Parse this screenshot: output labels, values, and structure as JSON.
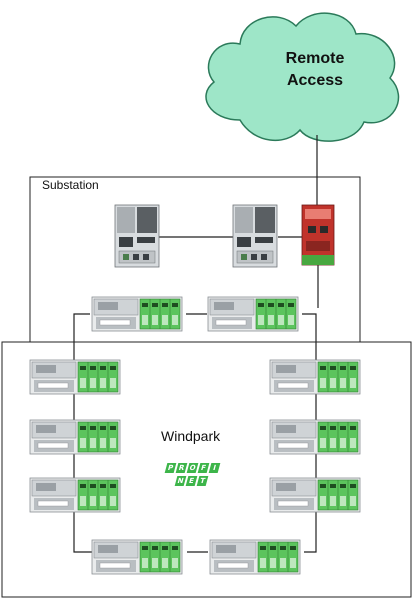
{
  "cloud": {
    "line1": "Remote",
    "line2": "Access"
  },
  "substation": {
    "label": "Substation"
  },
  "windpark": {
    "label": "Windpark"
  },
  "logo": {
    "name": "profinet-logo",
    "text": "PROFINET",
    "letters": [
      "P",
      "R",
      "O",
      "F",
      "I",
      "N",
      "E",
      "T"
    ]
  },
  "colors": {
    "cloud_fill": "#9ee6c8",
    "cloud_stroke": "#2b7a5a",
    "line": "#222222",
    "module_green": "#58c45a",
    "router_red": "#c0332b",
    "logo_green": "#3db54a"
  }
}
